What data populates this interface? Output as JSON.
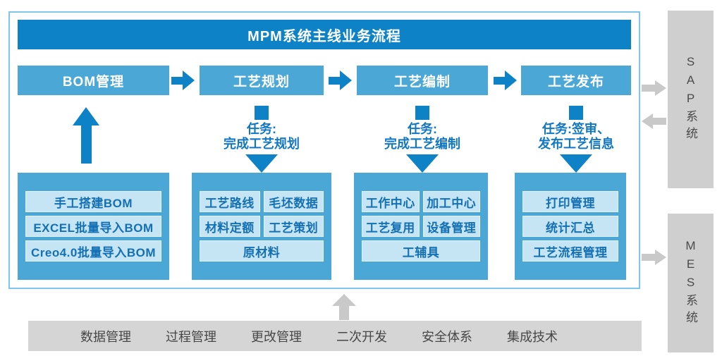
{
  "title": "MPM系统主线业务流程",
  "stages": [
    {
      "label": "BOM管理",
      "items": [
        "手工搭建BOM",
        "EXCEL批量导入BOM",
        "Creo4.0批量导入BOM"
      ]
    },
    {
      "label": "工艺规划",
      "task": [
        "任务:",
        "完成工艺规划"
      ],
      "items": [
        "工艺路线",
        "毛坯数据",
        "材料定额",
        "工艺策划",
        "原材料"
      ]
    },
    {
      "label": "工艺编制",
      "task": [
        "任务:",
        "完成工艺编制"
      ],
      "items": [
        "工作中心",
        "加工中心",
        "工艺复用",
        "设备管理",
        "工辅具"
      ]
    },
    {
      "label": "工艺发布",
      "task": [
        "任务:签审、",
        "发布工艺信息"
      ],
      "items": [
        "打印管理",
        "统计汇总",
        "工艺流程管理"
      ]
    }
  ],
  "side_systems": {
    "sap": "SAP系统",
    "mes": "MES系统"
  },
  "bottom_bar": [
    "数据管理",
    "过程管理",
    "更改管理",
    "二次开发",
    "安全体系",
    "集成技术"
  ],
  "colors": {
    "deep_blue": "#0e82c6",
    "box_blue": "#4ba7d6",
    "light_cell_blue": "#c5e5f4",
    "cell_text_blue": "#1470b5",
    "task_text_blue": "#1277c2",
    "frame_border_blue": "#7ec6ea",
    "gray_box": "#cfcfcf",
    "gray_arrow": "#c9c9c9",
    "bottom_bar_gray": "#d5d5d5"
  }
}
